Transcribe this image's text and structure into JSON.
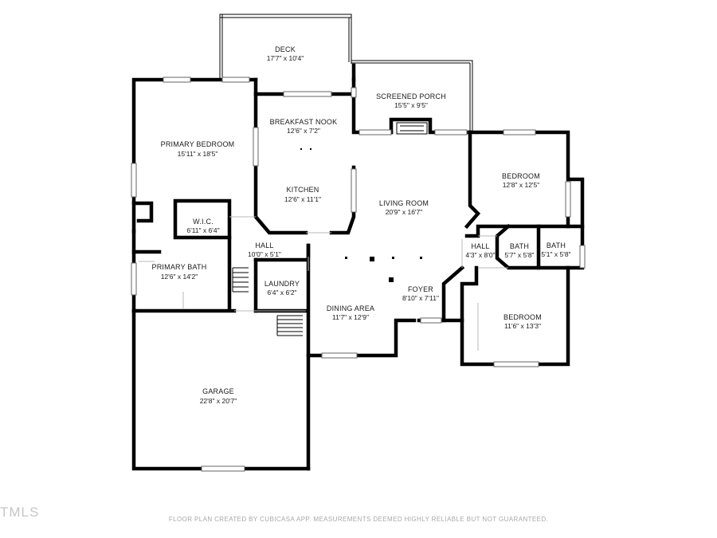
{
  "rooms": [
    {
      "id": "deck",
      "name": "DECK",
      "dims": "17'7\" x 10'4\""
    },
    {
      "id": "screened-porch",
      "name": "SCREENED PORCH",
      "dims": "15'5\" x 9'5\""
    },
    {
      "id": "primary-bedroom",
      "name": "PRIMARY BEDROOM",
      "dims": "15'11\" x 18'5\""
    },
    {
      "id": "breakfast-nook",
      "name": "BREAKFAST NOOK",
      "dims": "12'6\" x 7'2\""
    },
    {
      "id": "kitchen",
      "name": "KITCHEN",
      "dims": "12'6\" x 11'1\""
    },
    {
      "id": "bedroom-1",
      "name": "BEDROOM",
      "dims": "12'8\" x 12'5\""
    },
    {
      "id": "living-room",
      "name": "LIVING ROOM",
      "dims": "20'9\" x 16'7\""
    },
    {
      "id": "wic",
      "name": "W.I.C.",
      "dims": "6'11\" x 6'4\""
    },
    {
      "id": "hall-1",
      "name": "HALL",
      "dims": "10'0\" x 5'1\""
    },
    {
      "id": "hall-2",
      "name": "HALL",
      "dims": "4'3\" x 8'0\""
    },
    {
      "id": "bath-1",
      "name": "BATH",
      "dims": "5'7\" x 5'8\""
    },
    {
      "id": "bath-2",
      "name": "BATH",
      "dims": "5'1\" x 5'8\""
    },
    {
      "id": "primary-bath",
      "name": "PRIMARY BATH",
      "dims": "12'6\" x 14'2\""
    },
    {
      "id": "laundry",
      "name": "LAUNDRY",
      "dims": "6'4\" x 6'2\""
    },
    {
      "id": "foyer",
      "name": "FOYER",
      "dims": "8'10\" x 7'11\""
    },
    {
      "id": "dining-area",
      "name": "DINING AREA",
      "dims": "11'7\" x 12'9\""
    },
    {
      "id": "bedroom-2",
      "name": "BEDROOM",
      "dims": "11'6\" x 13'3\""
    },
    {
      "id": "garage",
      "name": "GARAGE",
      "dims": "22'8\" x 20'7\""
    }
  ],
  "footer": {
    "note": "FLOOR PLAN CREATED BY CUBICASA APP. MEASUREMENTS DEEMED HIGHLY RELIABLE BUT NOT GUARANTEED."
  },
  "brand": {
    "text": "TMLS"
  },
  "colors": {
    "wall": "#000000",
    "footer_text": "#a8a8a8",
    "watermark": "#c6c6c6"
  }
}
